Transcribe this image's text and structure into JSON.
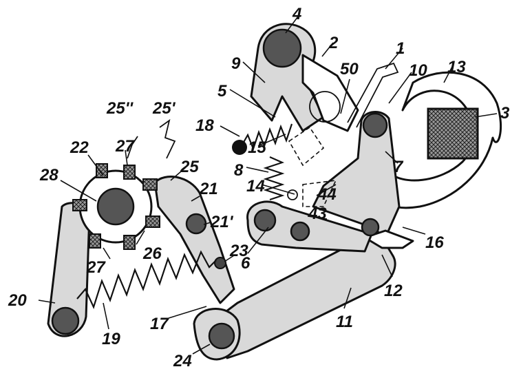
{
  "labels": {
    "l1": "1",
    "l2": "2",
    "l3": "3",
    "l4": "4",
    "l5": "5",
    "l6": "6",
    "l7": "7",
    "l8": "8",
    "l9": "9",
    "l10": "10",
    "l11": "11",
    "l12": "12",
    "l13": "13",
    "l14": "14",
    "l15": "15",
    "l16": "16",
    "l17": "17",
    "l18": "18",
    "l19": "19",
    "l20": "20",
    "l21": "21",
    "l21p": "21'",
    "l22": "22",
    "l23": "23",
    "l24": "24",
    "l25": "25",
    "l25p": "25'",
    "l25pp": "25''",
    "l26": "26",
    "l27a": "27",
    "l27b": "27",
    "l28": "28",
    "l43": "43",
    "l44": "44",
    "l50": "50"
  }
}
